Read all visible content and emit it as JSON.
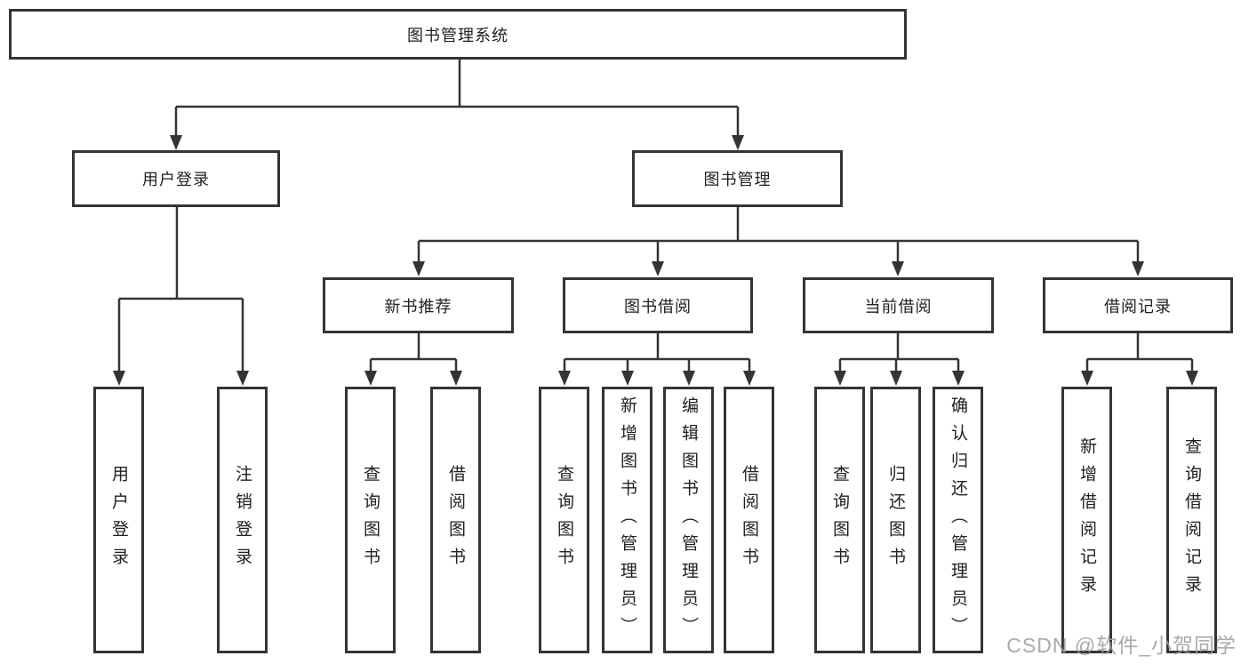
{
  "nodes": {
    "root": {
      "label": "图书管理系统"
    },
    "branches": [
      {
        "label": "用户登录",
        "children": [
          {
            "label": "用户登录"
          },
          {
            "label": "注销登录"
          }
        ]
      },
      {
        "label": "图书管理",
        "children": [
          {
            "label": "新书推荐",
            "children": [
              {
                "label": "查询图书"
              },
              {
                "label": "借阅图书"
              }
            ]
          },
          {
            "label": "图书借阅",
            "children": [
              {
                "label": "查询图书"
              },
              {
                "label": "新增图书（管理员）"
              },
              {
                "label": "编辑图书（管理员）"
              },
              {
                "label": "借阅图书"
              }
            ]
          },
          {
            "label": "当前借阅",
            "children": [
              {
                "label": "查询图书"
              },
              {
                "label": "归还图书"
              },
              {
                "label": "确认归还（管理员）"
              }
            ]
          },
          {
            "label": "借阅记录",
            "children": [
              {
                "label": "新增借阅记录"
              },
              {
                "label": "查询借阅记录"
              }
            ]
          }
        ]
      }
    ]
  },
  "watermark": {
    "text": "CSDN @软件_小贺同学"
  },
  "colors": {
    "line": "#343434",
    "text": "#212121",
    "watermark": "#9e9e9e"
  }
}
